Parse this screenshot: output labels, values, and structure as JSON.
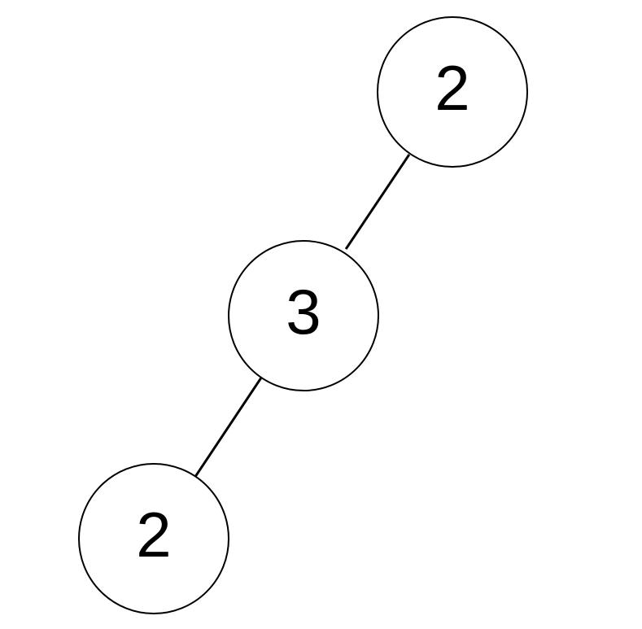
{
  "tree": {
    "nodes": [
      {
        "id": "root",
        "label": "2"
      },
      {
        "id": "mid",
        "label": "3"
      },
      {
        "id": "leaf",
        "label": "2"
      }
    ],
    "edges": [
      {
        "from": "root",
        "to": "mid"
      },
      {
        "from": "mid",
        "to": "leaf"
      }
    ]
  }
}
